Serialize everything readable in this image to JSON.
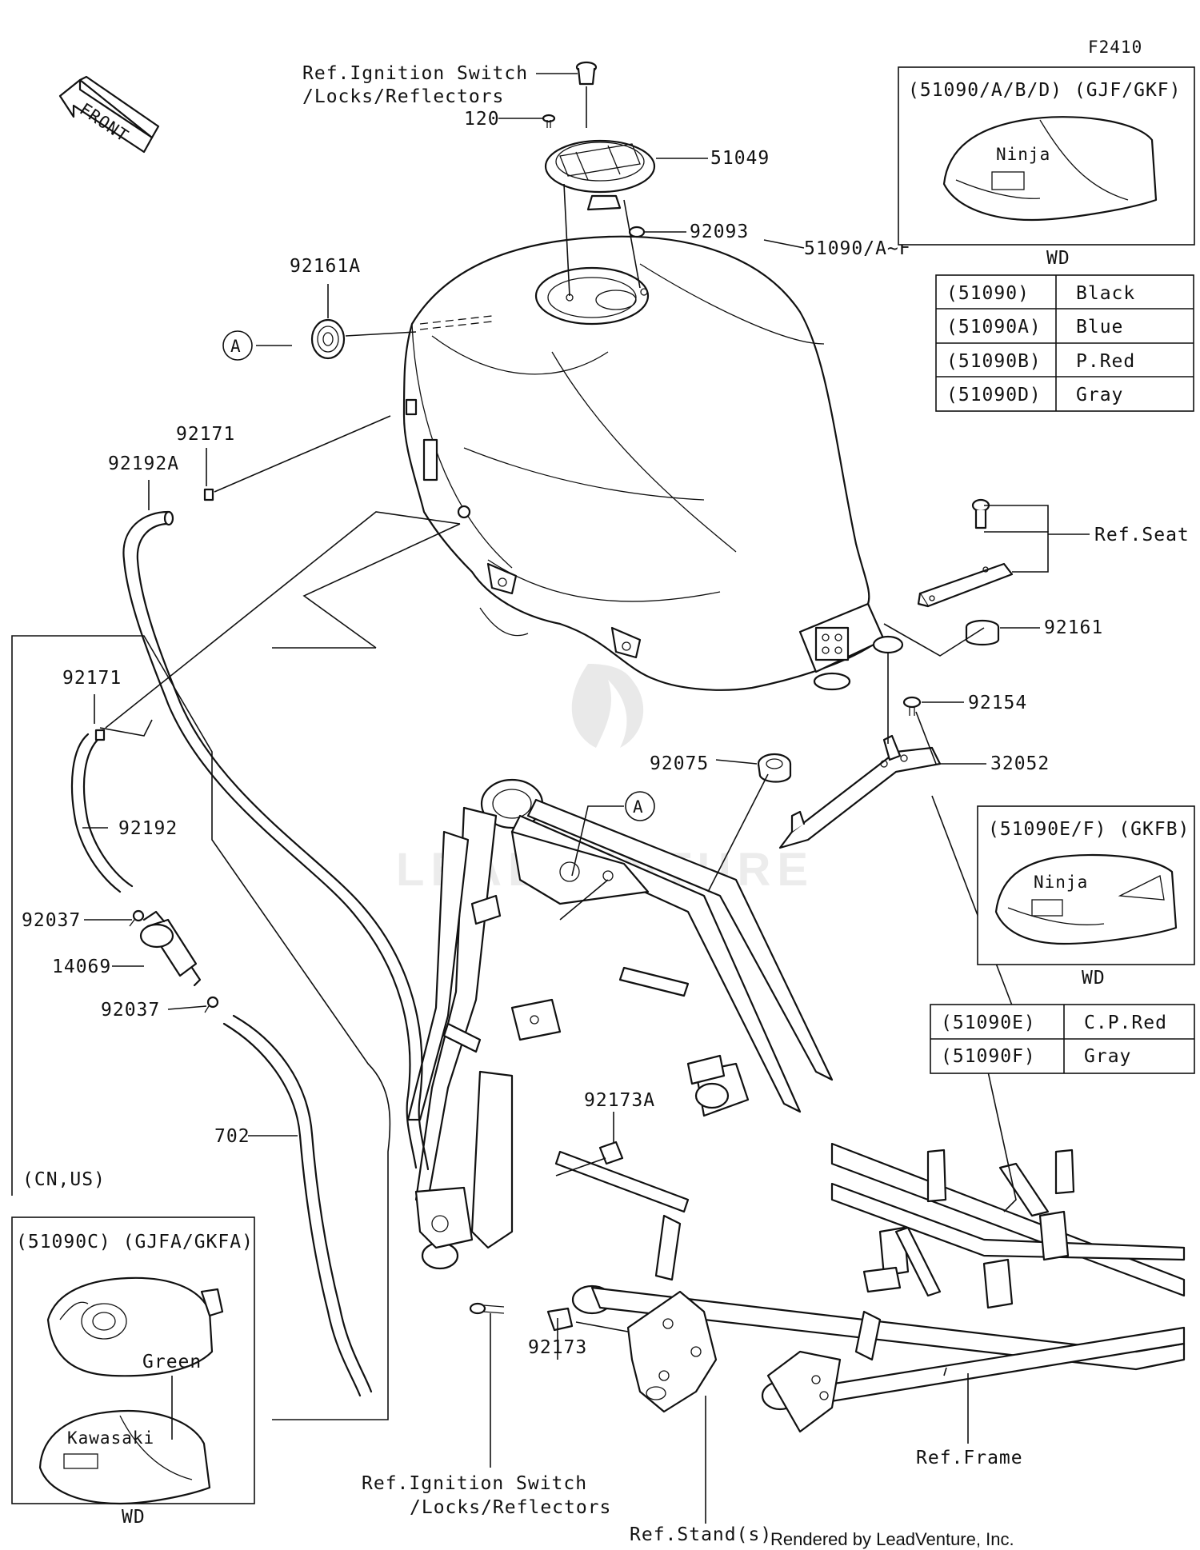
{
  "figure_code": "F2410",
  "front_label": "FRONT",
  "callouts": {
    "ref_ignition_top_1": "Ref.Ignition Switch",
    "ref_ignition_top_2": "/Locks/Reflectors",
    "p120": "120",
    "p51049": "51049",
    "p92093": "92093",
    "p92161A": "92161A",
    "p51090": "51090/A~F",
    "circle_a": "A",
    "p92171_top": "92171",
    "p92192A": "92192A",
    "ref_seat": "Ref.Seat",
    "p92161": "92161",
    "p92154": "92154",
    "p32052": "32052",
    "p92075": "92075",
    "p92171_left": "92171",
    "p92192": "92192",
    "p92037_a": "92037",
    "p14069": "14069",
    "p92037_b": "92037",
    "p702": "702",
    "cn_us": "(CN,US)",
    "p92173A": "92173A",
    "p92173": "92173",
    "ref_ignition_bot_1": "Ref.Ignition Switch",
    "ref_ignition_bot_2": "/Locks/Reflectors",
    "ref_stands": "Ref.Stand(s)",
    "ref_frame": "Ref.Frame",
    "green": "Green",
    "credit": "Rendered by LeadVenture, Inc.",
    "watermark": "LEADVENTURE"
  },
  "variant_boxes": {
    "top_right": {
      "header": "(51090/A/B/D)  (GJF/GKF)",
      "tag": "WD"
    },
    "mid_right": {
      "header": "(51090E/F)  (GKFB)",
      "tag": "WD"
    },
    "bottom_left": {
      "header": "(51090C) (GJFA/GKFA)",
      "tag": "WD"
    }
  },
  "color_table_1": [
    {
      "code": "(51090)",
      "color": "Black"
    },
    {
      "code": "(51090A)",
      "color": "Blue"
    },
    {
      "code": "(51090B)",
      "color": "P.Red"
    },
    {
      "code": "(51090D)",
      "color": "Gray"
    }
  ],
  "color_table_2": [
    {
      "code": "(51090E)",
      "color": "C.P.Red"
    },
    {
      "code": "(51090F)",
      "color": "Gray"
    }
  ]
}
